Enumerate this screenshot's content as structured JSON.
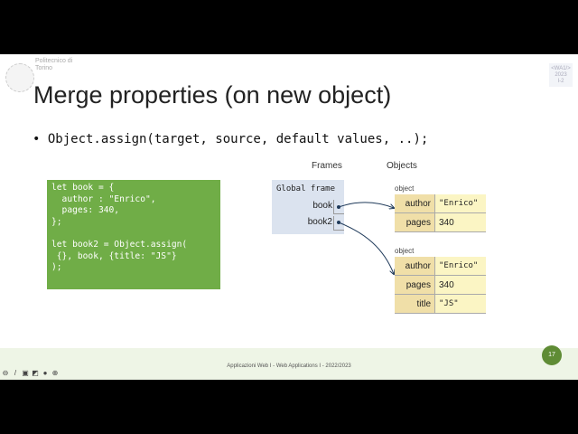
{
  "header": {
    "logo_text": "Politecnico di Torino",
    "badge": [
      "<WA1/>",
      "2023",
      "I-2"
    ]
  },
  "title": "Merge properties (on new object)",
  "bullet": "Object.assign(target, source, default values, ..);",
  "code": "let book = {\n  author : \"Enrico\",\n  pages: 340,\n};\n\nlet book2 = Object.assign(\n {}, book, {title: \"JS\"}\n);",
  "diagram": {
    "frames_label": "Frames",
    "objects_label": "Objects",
    "frame_title": "Global frame",
    "vars": [
      "book",
      "book2"
    ],
    "objects": [
      {
        "label": "object",
        "rows": [
          {
            "k": "author",
            "v": "\"Enrico\""
          },
          {
            "k": "pages",
            "v": "340"
          }
        ]
      },
      {
        "label": "object",
        "rows": [
          {
            "k": "author",
            "v": "\"Enrico\""
          },
          {
            "k": "pages",
            "v": "340"
          },
          {
            "k": "title",
            "v": "\"JS\""
          }
        ]
      }
    ]
  },
  "footer": {
    "text": "Applicazioni Web I - Web Applications I - 2022/2023",
    "page": "17"
  },
  "controls": [
    "prev-icon",
    "pen-icon",
    "captions-icon",
    "camera-off-icon",
    "menu-icon",
    "next-icon"
  ]
}
